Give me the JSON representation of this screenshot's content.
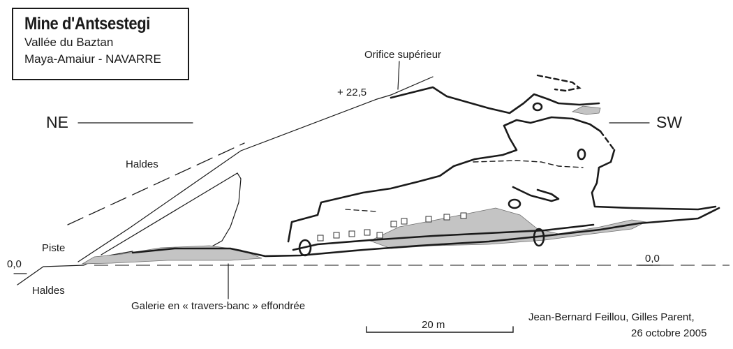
{
  "header": {
    "title": "Mine d'Antsestegi",
    "subtitle_1": "Vallée du Baztan",
    "subtitle_2": "Maya-Amaiur - NAVARRE"
  },
  "labels": {
    "orifice": "Orifice supérieur",
    "elevation_top": "+ 22,5",
    "dir_ne": "NE",
    "dir_sw": "SW",
    "haldes_upper": "Haldes",
    "piste": "Piste",
    "zero_left": "0,0",
    "zero_right": "0,0",
    "haldes_lower": "Haldes",
    "galerie": "Galerie en « travers-banc » effondrée"
  },
  "scale": {
    "label": "20 m"
  },
  "credits": {
    "authors": "Jean-Bernard Feillou, Gilles Parent,",
    "date": "26 octobre 2005"
  },
  "colors": {
    "ink": "#1a1a1a",
    "fill": "#c4c4c4"
  }
}
